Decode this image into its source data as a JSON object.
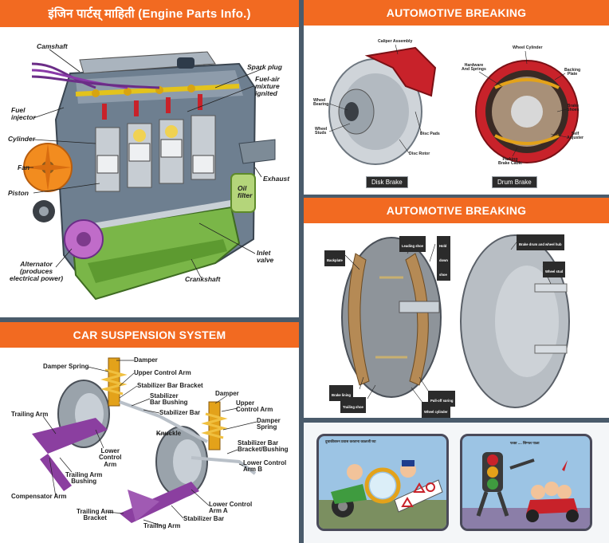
{
  "colors": {
    "band": "#f26a21",
    "divider": "#4a5b6b",
    "engine_green": "#7ab648",
    "caliper_red": "#c8222a",
    "suspension_purple": "#8b3fa0"
  },
  "engine": {
    "title": "इंजिन पार्टस् माहिती (Engine Parts Info.)",
    "labels": {
      "camshaft": "Camshaft",
      "spark_plug": "Spark plug",
      "fuel_air": "Fuel-air\nmixture\nignited",
      "fuel_injector": "Fuel\ninjector",
      "cylinder": "Cylinder",
      "fan": "Fan",
      "piston": "Piston",
      "exhaust": "Exhaust",
      "oil_filter": "Oil\nfilter",
      "inlet_valve": "Inlet\nvalve",
      "alternator": "Alternator\n(produces\nelectrical power)",
      "crankshaft": "Crankshaft"
    }
  },
  "brake_top": {
    "title": "AUTOMOTIVE BREAKING",
    "disk_labels": {
      "caliper": "Caliper Assembly",
      "wheel_bearing": "Wheel\nBearing",
      "wheel_studs": "Wheel\nStuds",
      "disc_pads": "Disc Pads",
      "disc_rotor": "Disc Rotor"
    },
    "drum_labels": {
      "wheel_cylinder": "Wheel Cylinder",
      "hardware": "Hardware\nAnd Springs",
      "backing_plate": "Backing\nPlate",
      "brake_shoes": "Brake\nShoes",
      "self_adjuster": "Self\nAdjuster",
      "parking_cable": "Parking\nBrake Cable"
    },
    "disk_tag": "Disk Brake",
    "drum_tag": "Drum Brake"
  },
  "brake_bottom": {
    "title": "AUTOMOTIVE BREAKING",
    "labels": {
      "backplate": "Backplate",
      "leading_shoe": "Leading shoe",
      "hold_down": "Hold\ndown\nshoe",
      "drum_hub": "Brake drum and wheel hub",
      "wheel_stud": "Wheel stud",
      "brake_lining": "Brake lining",
      "trailing_shoe": "Trailing shoe",
      "pull_off": "Pull-off spring",
      "wheel_cylinder": "Wheel cylinder"
    }
  },
  "suspension": {
    "title": "CAR SUSPENSION SYSTEM",
    "labels": {
      "damper_1": "Damper",
      "damper_spring_1": "Damper Spring",
      "upper_control_arm_1": "Upper Control Arm",
      "stab_bracket_1": "Stabilizer Bar Bracket",
      "stab_bushing_1": "Stabilizer\nBar Bushing",
      "stab_bar_1": "Stabilizer Bar",
      "trailing_arm_1": "Trailing Arm",
      "knuckle": "Knuckle",
      "lower_control_arm": "Lower\nControl\nArm",
      "trailing_arm_bushing": "Trailing Arm\nBushing",
      "compensator_arm": "Compensator Arm",
      "damper_2": "Damper",
      "upper_control_arm_2": "Upper\nControl Arm",
      "damper_spring_2": "Damper\nSpring",
      "stab_bracket_bushing": "Stabilizer Bar\nBracket/Bushing",
      "lower_control_arm_b": "Lower Control\nArm B",
      "lower_control_arm_a": "Lower Control\nArm A",
      "trailing_arm_bracket": "Trailing Arm\nBracket",
      "stab_bar_2": "Stabilizer Bar",
      "trailing_arm_2": "Trailing Arm"
    }
  },
  "cartoons": {
    "left_caption": "दुचाकीवरुन प्रवास करताना काळजी घ्या",
    "right_caption": "फक्त .... सिग्नल पाळा"
  }
}
